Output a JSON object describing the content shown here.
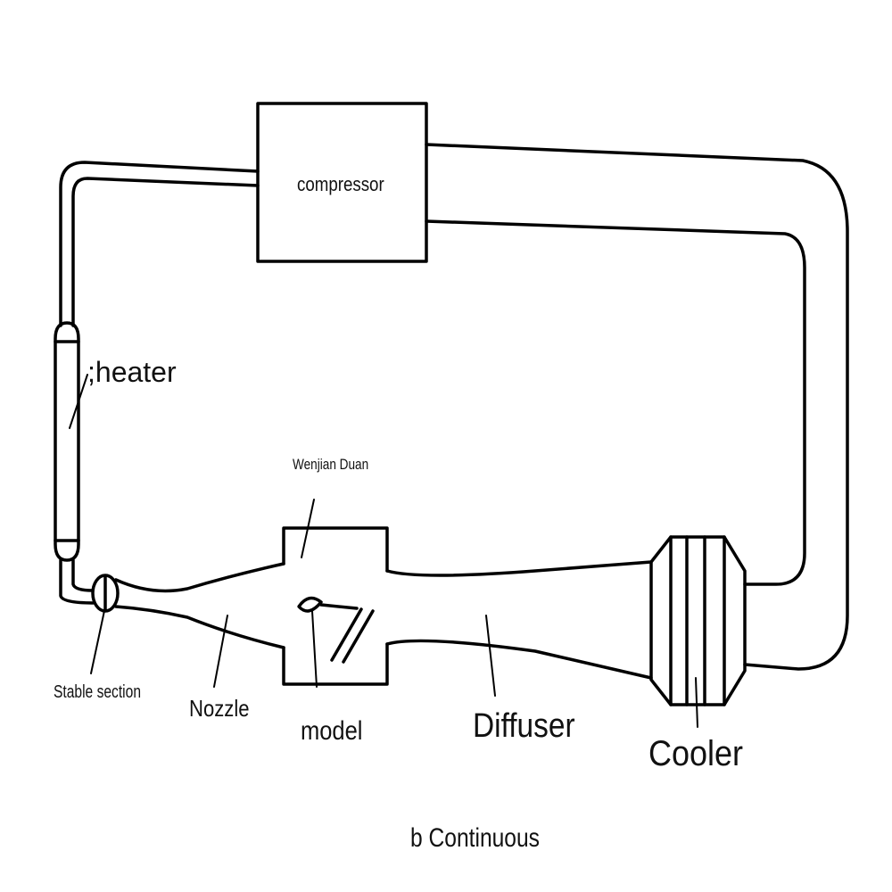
{
  "labels": {
    "compressor": "compressor",
    "heater": ";heater",
    "wenjian_duan": "Wenjian Duan",
    "stable_section": "Stable section",
    "nozzle": "Nozzle",
    "model": "model",
    "diffuser": "Diffuser",
    "cooler": "Cooler"
  },
  "caption": "b Continuous"
}
